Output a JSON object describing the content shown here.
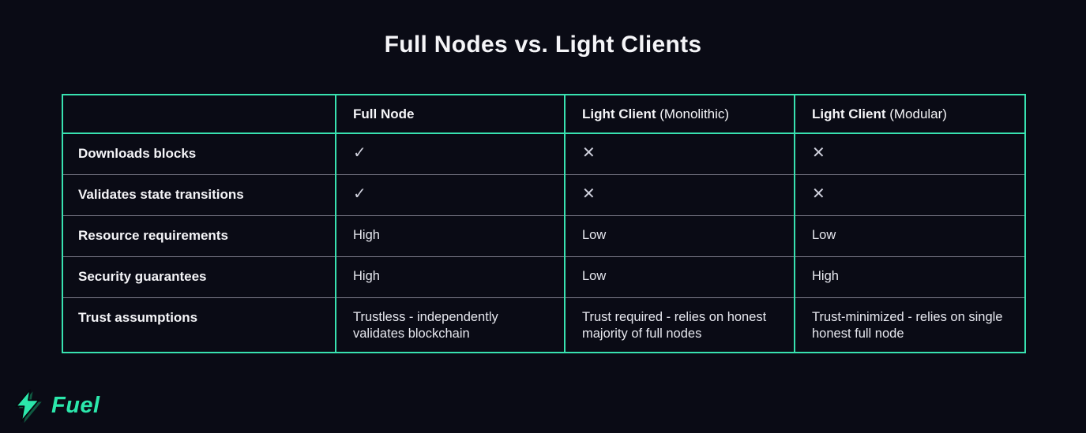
{
  "title": "Full Nodes vs. Light Clients",
  "table": {
    "columns": [
      {
        "label": "",
        "sub": ""
      },
      {
        "label": "Full Node",
        "sub": ""
      },
      {
        "label": "Light Client",
        "sub": "(Monolithic)"
      },
      {
        "label": "Light Client",
        "sub": "(Modular)"
      }
    ],
    "rows": [
      {
        "label": "Downloads blocks",
        "cells": [
          "check",
          "cross",
          "cross"
        ]
      },
      {
        "label": "Validates state transitions",
        "cells": [
          "check",
          "cross",
          "cross"
        ]
      },
      {
        "label": "Resource requirements",
        "cells": [
          "High",
          "Low",
          "Low"
        ]
      },
      {
        "label": "Security guarantees",
        "cells": [
          "High",
          "Low",
          "High"
        ]
      },
      {
        "label": "Trust assumptions",
        "cells": [
          "Trustless - independently validates blockchain",
          "Trust required - relies on honest majority of full nodes",
          "Trust-minimized - relies on single honest full node"
        ]
      }
    ],
    "icons": {
      "check": "✓",
      "cross": "✕"
    }
  },
  "footer": {
    "brand": "Fuel"
  },
  "colors": {
    "background": "#0a0b15",
    "table_border": "#38e2b0",
    "row_divider": "#7e7e8c",
    "heading_text": "#f5f5f8",
    "value_text": "#e7e8ef",
    "mark_color": "#cfd0dc",
    "brand_green": "#2be7ab"
  },
  "chart_data": {
    "type": "table",
    "title": "Full Nodes vs. Light Clients",
    "columns": [
      "",
      "Full Node",
      "Light Client (Monolithic)",
      "Light Client (Modular)"
    ],
    "rows": [
      [
        "Downloads blocks",
        "yes",
        "no",
        "no"
      ],
      [
        "Validates state transitions",
        "yes",
        "no",
        "no"
      ],
      [
        "Resource requirements",
        "High",
        "Low",
        "Low"
      ],
      [
        "Security guarantees",
        "High",
        "Low",
        "High"
      ],
      [
        "Trust assumptions",
        "Trustless - independently validates blockchain",
        "Trust required - relies on honest majority of full nodes",
        "Trust-minimized - relies on single honest full node"
      ]
    ]
  }
}
